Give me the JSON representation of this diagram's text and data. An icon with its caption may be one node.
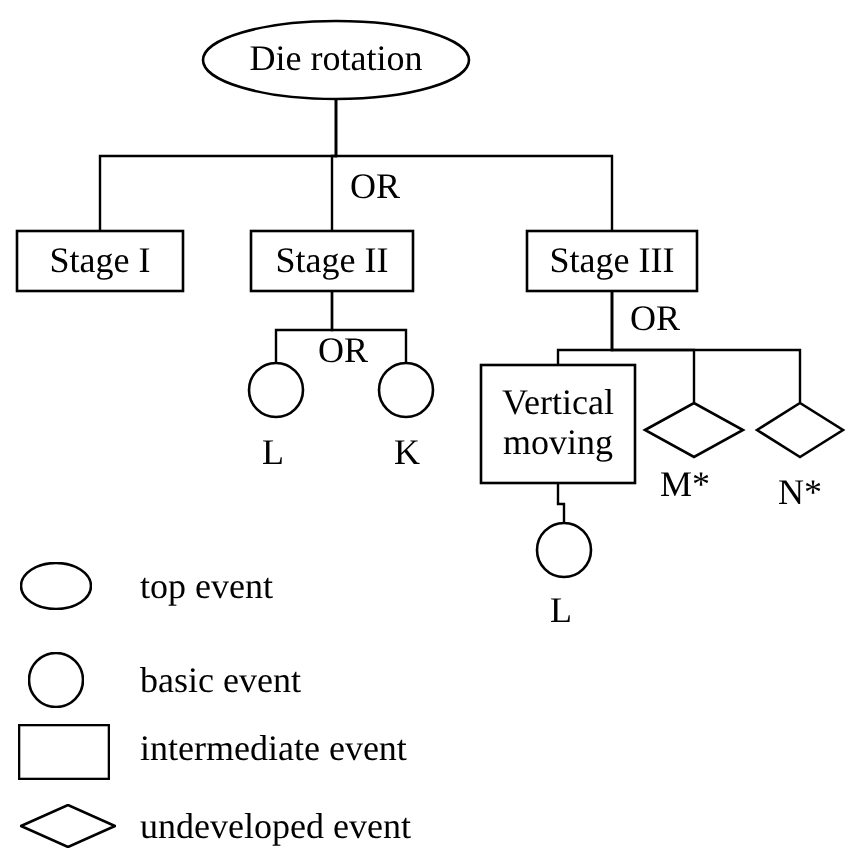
{
  "diagram": {
    "nodes": [
      {
        "text": [
          "Die rotation"
        ]
      },
      {
        "text": [
          "Stage I"
        ]
      },
      {
        "text": [
          "Stage II"
        ]
      },
      {
        "text": [
          "Stage III"
        ]
      },
      {
        "text": [],
        "shape": "circle",
        "beside": [
          "L"
        ]
      },
      {
        "text": [],
        "shape": "circle",
        "beside": [
          "K"
        ]
      },
      {
        "text": [
          "Vertical moving"
        ]
      },
      {
        "text": [],
        "shape": "diamond",
        "beside": [
          "M*"
        ]
      },
      {
        "text": [],
        "shape": "diamond",
        "beside": [
          "N*"
        ]
      },
      {
        "text": [],
        "shape": "circle",
        "beside": [
          "L"
        ]
      }
    ],
    "edges": [
      {
        "from": 0,
        "to": 1,
        "arrow": "none"
      },
      {
        "from": 0,
        "to": 2,
        "arrow": "none",
        "label": "OR"
      },
      {
        "from": 0,
        "to": 3,
        "arrow": "none"
      },
      {
        "from": 2,
        "to": 4,
        "arrow": "none",
        "label": "OR"
      },
      {
        "from": 2,
        "to": 5,
        "arrow": "none"
      },
      {
        "from": 3,
        "to": 6,
        "arrow": "none",
        "label": "OR"
      },
      {
        "from": 3,
        "to": 7,
        "arrow": "none"
      },
      {
        "from": 3,
        "to": 8,
        "arrow": "none"
      },
      {
        "from": 6,
        "to": 9,
        "arrow": "none"
      }
    ],
    "legend": [
      {
        "text": "top event"
      },
      {
        "text": "basic event"
      },
      {
        "text": "intermediate event"
      },
      {
        "text": "undeveloped event"
      }
    ]
  }
}
